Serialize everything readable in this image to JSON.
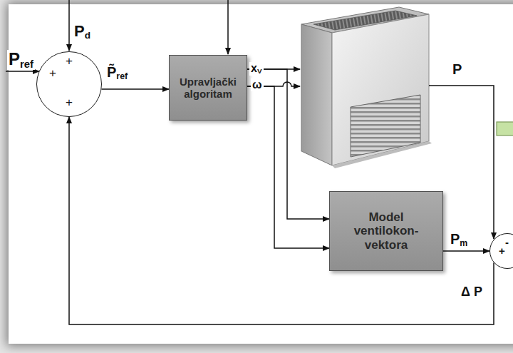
{
  "diagram": {
    "nodes": [
      {
        "text": [
          "+",
          "+",
          "+"
        ]
      },
      {
        "text": [
          "Upravljački algoritam"
        ]
      },
      {
        "text": [
          "Model ventilokon- vektora"
        ]
      },
      {
        "text": [
          "-",
          "+"
        ]
      }
    ],
    "edges": [
      {
        "from": 0,
        "to": 1,
        "arrow": "to",
        "label": "P̃ref"
      },
      {
        "from": 1,
        "to": 2,
        "arrow": "to"
      },
      {
        "from": 1,
        "to": 2,
        "arrow": "to"
      },
      {
        "from": 2,
        "to": 3,
        "arrow": "to",
        "label": "Pm"
      },
      {
        "from": 3,
        "to": 0,
        "arrow": "to",
        "label": "Δ P"
      }
    ],
    "labels": [
      "Pref",
      "Pd",
      "xV",
      "ω",
      "P"
    ]
  }
}
